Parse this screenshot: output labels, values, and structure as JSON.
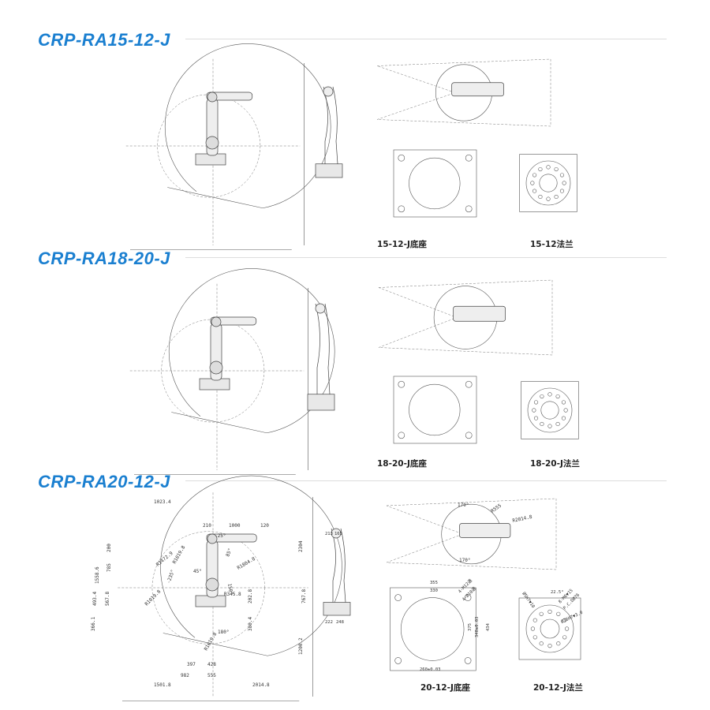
{
  "sections": [
    {
      "title": "CRP-RA15-12-J",
      "base_caption": "15-12-J底座",
      "flange_caption": "15-12法兰"
    },
    {
      "title": "CRP-RA18-20-J",
      "base_caption": "18-20-J底座",
      "flange_caption": "18-20-J法兰"
    },
    {
      "title": "CRP-RA20-12-J",
      "base_caption": "20-12-J底座",
      "flange_caption": "20-12-J法兰"
    }
  ],
  "ra20_dims": {
    "main": [
      "1023.4",
      "210",
      "1000",
      "120",
      "-25°",
      "200",
      "785",
      "1558.6",
      "R1472.9",
      "R1019.8",
      "45°",
      "85°",
      "R1804.8",
      "-235°",
      "150°",
      "R1019.8",
      "R345.8",
      "202.8",
      "767.8",
      "567.8",
      "493.4",
      "366.1",
      "380.4",
      "180°",
      "R1019.8",
      "1200.2",
      "2304",
      "397",
      "428",
      "982",
      "555",
      "1501.8",
      "2014.8"
    ],
    "side": [
      "213",
      "165",
      "222",
      "248"
    ],
    "top": [
      "170°",
      "R555",
      "R2014.8",
      "170°"
    ],
    "base": [
      "355",
      "330",
      "4-M12通",
      "4-Ø18通",
      "375",
      "340±0.03",
      "434",
      "260±0.03"
    ],
    "flange": [
      "Ø5H7▼10",
      "22.5°",
      "8-M6▼15",
      "P.C.DØ76",
      "Ø36H7▼3.0"
    ]
  }
}
